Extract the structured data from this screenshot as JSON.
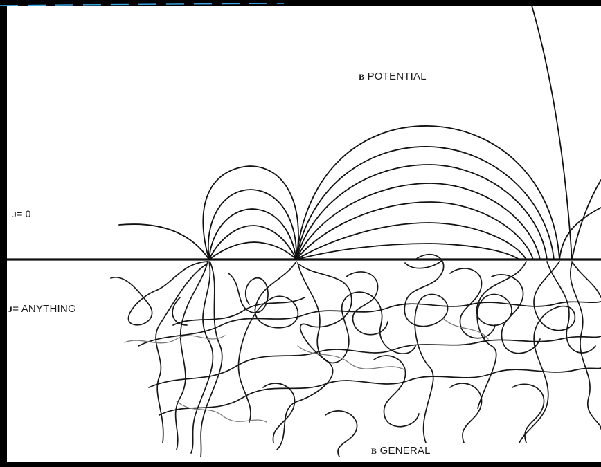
{
  "labels": {
    "b_potential_symbol": "B",
    "b_potential_text": " POTENTIAL",
    "b_general_symbol": "B",
    "b_general_text": " GENERAL",
    "j_zero_symbol": "J",
    "j_zero_text": "= 0",
    "j_anything_symbol": "J",
    "j_anything_text": "= ANYTHING"
  },
  "colors": {
    "background": "#000000",
    "paper": "#ffffff",
    "ink": "#111111",
    "top_line": "#3aa7e8"
  }
}
